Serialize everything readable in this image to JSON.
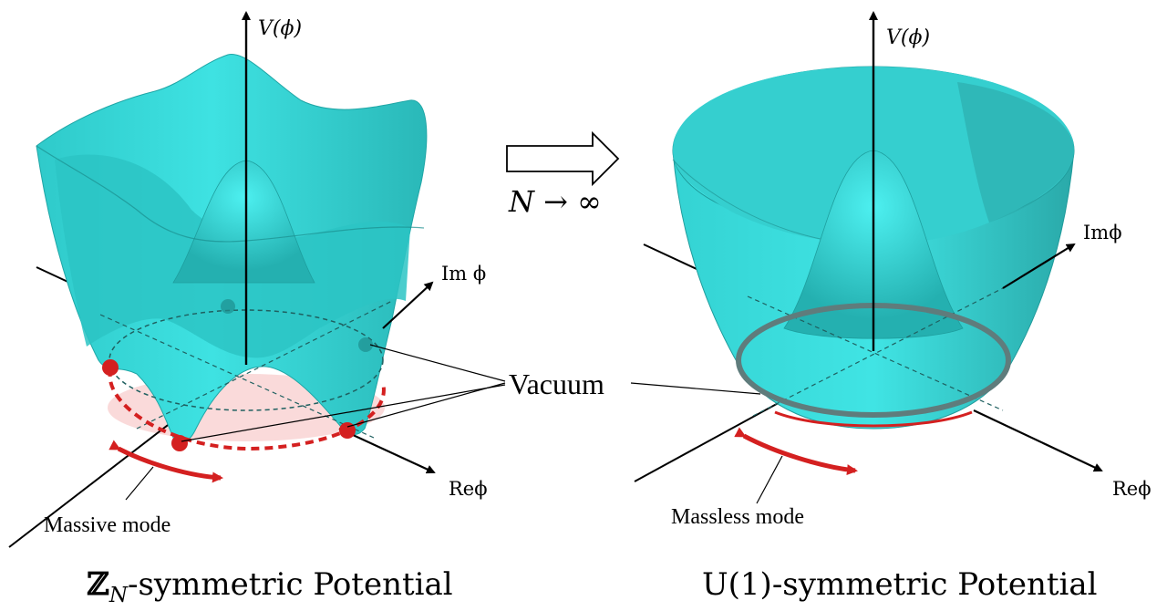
{
  "left_panel": {
    "axis_v": "V(ϕ)",
    "axis_im": "Im ϕ",
    "axis_re": "Reϕ",
    "mode_label": "Massive mode",
    "caption_symbol": "ℤ",
    "caption_subscript": "N",
    "caption_text": "-symmetric Potential"
  },
  "right_panel": {
    "axis_v": "V(ϕ)",
    "axis_im": "Imϕ",
    "axis_re": "Reϕ",
    "mode_label": "Massless mode",
    "caption_text": "U(1)-symmetric Potential"
  },
  "center": {
    "limit_label": "N → ∞",
    "vacuum_label": "Vacuum"
  },
  "colors": {
    "surface": "#38dcdc",
    "surface_dark": "#22b3b3",
    "vacuum_marker": "#d42020",
    "disk_fill": "#f9d6d6",
    "ring": "#5f7c7c"
  }
}
